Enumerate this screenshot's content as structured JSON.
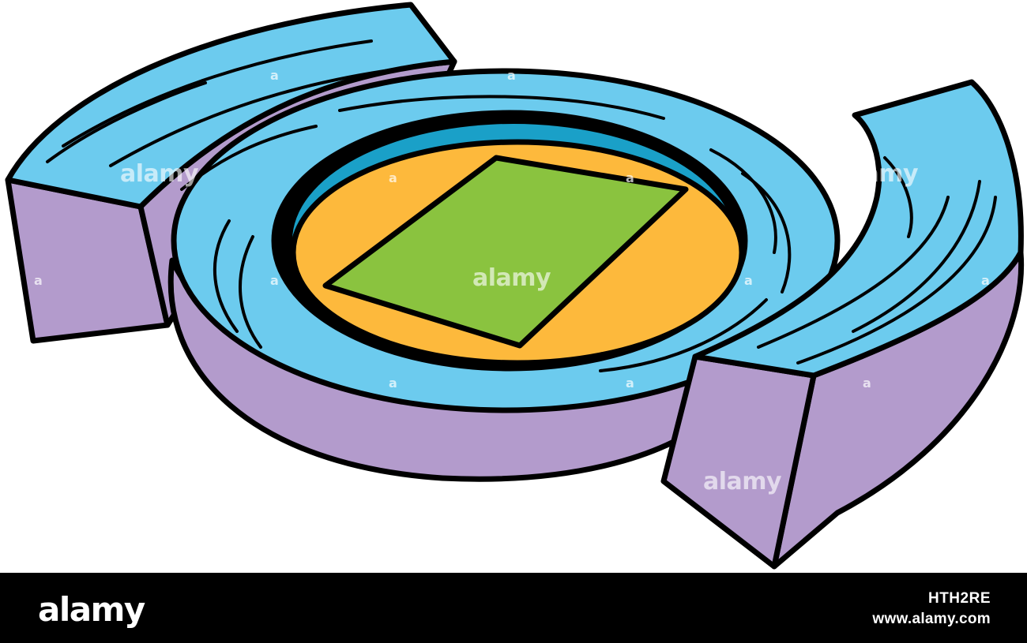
{
  "illustration": {
    "subject_icon": "stadium-icon",
    "colors": {
      "stand_top": "#6ccbee",
      "stand_side": "#b39bcc",
      "track": "#fdb93c",
      "field": "#8ac33f",
      "accent_stripe": "#1aa0c8",
      "outline": "#000000",
      "background": "#ffffff"
    }
  },
  "watermarks": {
    "text": "alamy",
    "letter": "a"
  },
  "footer": {
    "logo": "alamy",
    "image_id": "HTH2RE",
    "url": "www.alamy.com"
  }
}
